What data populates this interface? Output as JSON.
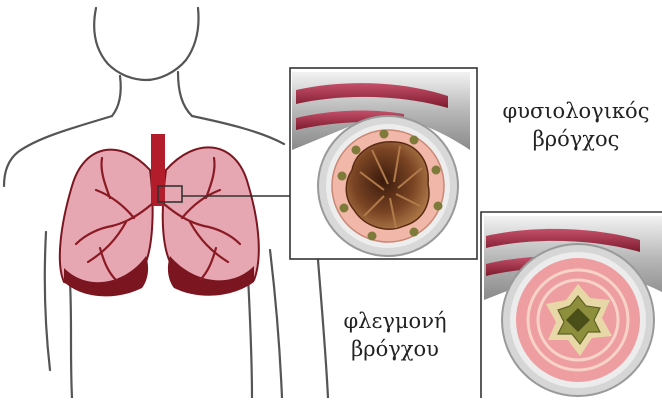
{
  "labels": {
    "normal_bronchus": {
      "line1": "φυσιολογικός",
      "line2": "βρόγχος"
    },
    "inflamed_bronchus": {
      "line1": "φλεγμονή",
      "line2": "βρόγχου"
    }
  },
  "colors": {
    "outline": "#444444",
    "lung_fill": "#e6a7b2",
    "lung_dark": "#7b1621",
    "airway": "#b31d2b",
    "tissue_pink": "#f1b7a9",
    "lumen_brown": "#7a4424",
    "mucus_green": "#8d8f3c",
    "cartilage_gray": "#c9c9c9"
  }
}
